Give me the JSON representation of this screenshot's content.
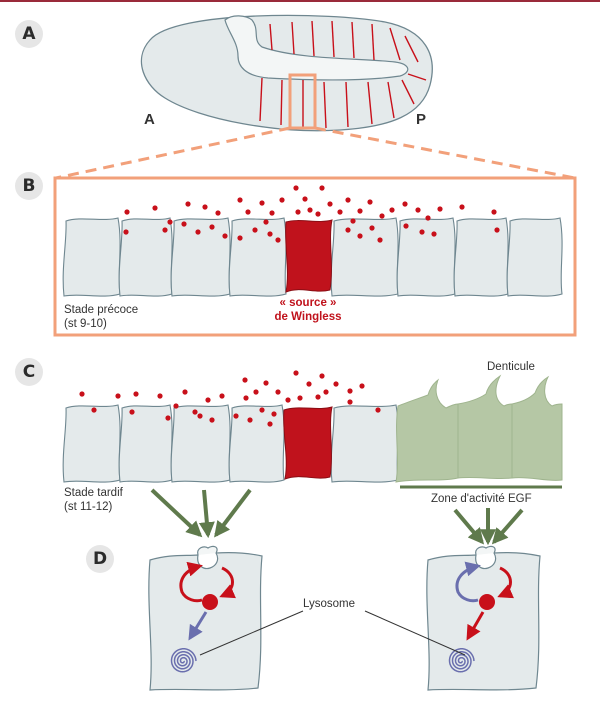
{
  "panels": {
    "a": "A",
    "b": "B",
    "c": "C",
    "d": "D"
  },
  "axis": {
    "anterior": "A",
    "posterior": "P"
  },
  "labels": {
    "early_stage_line1": "Stade précoce",
    "early_stage_line2": "(st 9-10)",
    "source_line1": "« source »",
    "source_line2": "de Wingless",
    "late_stage_line1": "Stade tardif",
    "late_stage_line2": "(st 11-12)",
    "denticle": "Denticule",
    "egf_zone": "Zone d'activité EGF",
    "lysosome": "Lysosome"
  },
  "colors": {
    "cell_fill": "#e4eaeb",
    "cell_stroke": "#6f8790",
    "source_red": "#c0121c",
    "particle_red": "#c8101a",
    "box_orange": "#f2a07a",
    "denticle_green": "#b5c7a5",
    "arrow_green": "#5f7a4c",
    "arrow_blue": "#6a6fae"
  }
}
